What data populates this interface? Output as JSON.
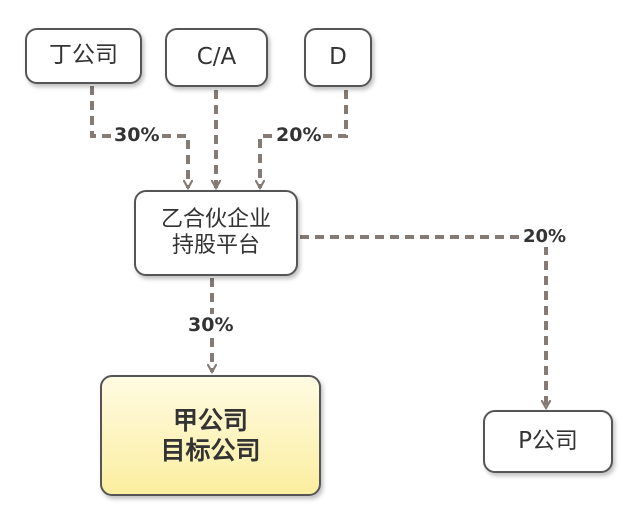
{
  "nodes": {
    "ding": {
      "label": "丁公司"
    },
    "ca": {
      "label": "C/A"
    },
    "d": {
      "label": "D"
    },
    "yi": {
      "line1": "乙合伙企业",
      "line2": "持股平台"
    },
    "jia": {
      "line1": "甲公司",
      "line2": "目标公司",
      "fill_color": "#fbeea0"
    },
    "p": {
      "label": "P公司"
    }
  },
  "edges": {
    "ding_to_yi": {
      "label": "30%"
    },
    "d_to_yi": {
      "label": "20%"
    },
    "yi_to_p": {
      "label": "20%"
    },
    "yi_to_jia": {
      "label": "30%"
    }
  },
  "colors": {
    "connector": "#857b74",
    "border": "#555555",
    "text": "#333333"
  }
}
